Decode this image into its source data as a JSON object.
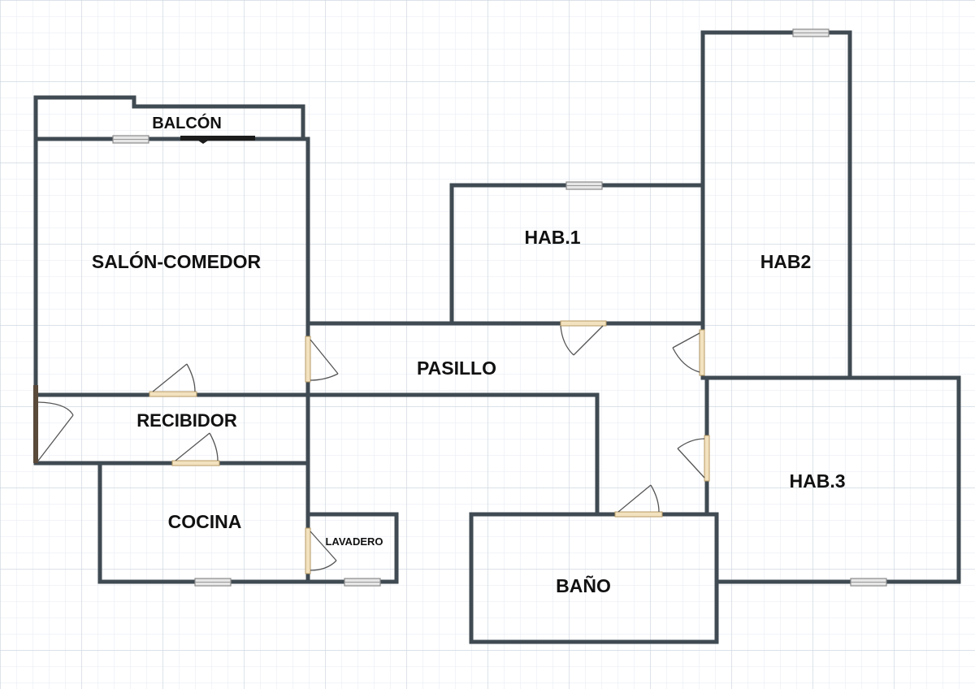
{
  "plan": {
    "rooms": [
      {
        "id": "balcon",
        "label": "BALCÓN"
      },
      {
        "id": "salon",
        "label": "SALÓN-COMEDOR"
      },
      {
        "id": "recibidor",
        "label": "RECIBIDOR"
      },
      {
        "id": "cocina",
        "label": "COCINA"
      },
      {
        "id": "lavadero",
        "label": "LAVADERO"
      },
      {
        "id": "pasillo",
        "label": "PASILLO"
      },
      {
        "id": "hab1",
        "label": "HAB.1"
      },
      {
        "id": "hab2",
        "label": "HAB2"
      },
      {
        "id": "hab3",
        "label": "HAB.3"
      },
      {
        "id": "bano",
        "label": "BAÑO"
      }
    ]
  },
  "colors": {
    "wall": "#3f4a52",
    "grid_minor": "#e4eaf0",
    "grid_major": "#cfd8e1",
    "door_leaf": "#f3e2bf",
    "window": "#e6e6e6",
    "entrance_door": "#5a4a3a"
  }
}
